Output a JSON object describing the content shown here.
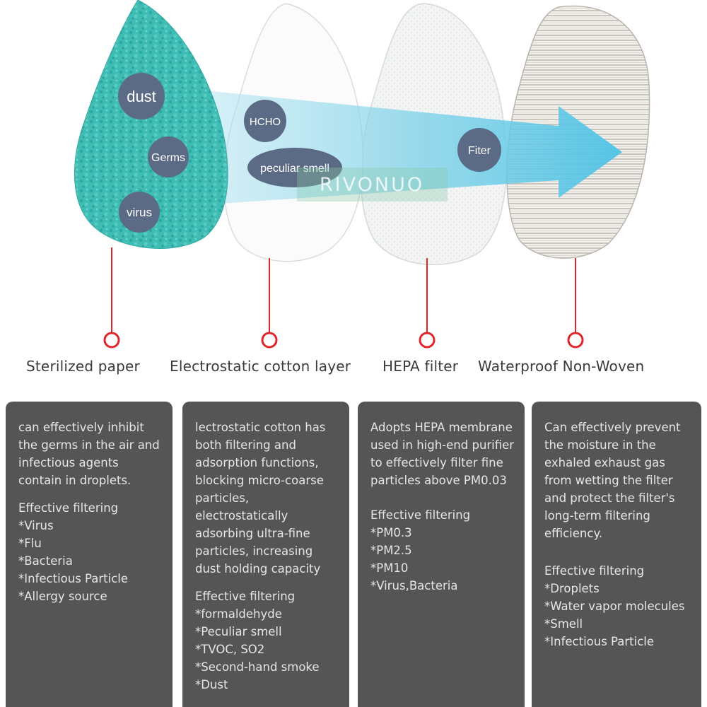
{
  "watermark": "RIVONUO",
  "pollutants": {
    "dust": "dust",
    "germs": "Germs",
    "virus": "virus",
    "hcho": "HCHO",
    "peculiar_smell": "peculiar smell",
    "filter": "Fiter"
  },
  "colors": {
    "sterilized_paper": "#3bbcb4",
    "card_background": "#555555",
    "connector_red": "#e0262b",
    "arrow_blue": "#5ccbe6",
    "bubble": "#5c6b85"
  },
  "layers": [
    {
      "title": "Sterilized paper",
      "description": [
        "can effectively inhibit",
        "the germs in the air and",
        "infectious agents",
        "contain in droplets."
      ],
      "filter_heading": "Effective filtering",
      "filters": [
        "*Virus",
        "*Flu",
        "*Bacteria",
        "*Infectious Particle",
        "*Allergy source"
      ]
    },
    {
      "title": "Electrostatic cotton layer",
      "description": [
        "lectrostatic cotton has",
        "both filtering and",
        "adsorption functions,",
        "blocking micro-coarse",
        "particles,",
        "electrostatically",
        "adsorbing ultra-fine",
        "particles, increasing",
        "dust holding capacity"
      ],
      "filter_heading": "Effective filtering",
      "filters": [
        "*formaldehyde",
        "*Peculiar smell",
        "*TVOC, SO2",
        "*Second-hand smoke",
        "*Dust"
      ]
    },
    {
      "title": "HEPA filter",
      "description": [
        "Adopts HEPA membrane",
        "used in high-end purifier",
        "to effectively filter fine",
        "particles above PM0.03"
      ],
      "filter_heading": "Effective filtering",
      "filters": [
        "*PM0.3",
        "*PM2.5",
        "*PM10",
        "*Virus,Bacteria"
      ]
    },
    {
      "title": "Waterproof Non-Woven",
      "description": [
        "Can effectively prevent",
        "the moisture in the",
        "exhaled exhaust gas",
        "from wetting the filter",
        "and protect the filter's",
        "long-term filtering",
        "efficiency."
      ],
      "filter_heading": "Effective filtering",
      "filters": [
        "*Droplets",
        "*Water vapor molecules",
        "*Smell",
        "*Infectious Particle"
      ]
    }
  ]
}
